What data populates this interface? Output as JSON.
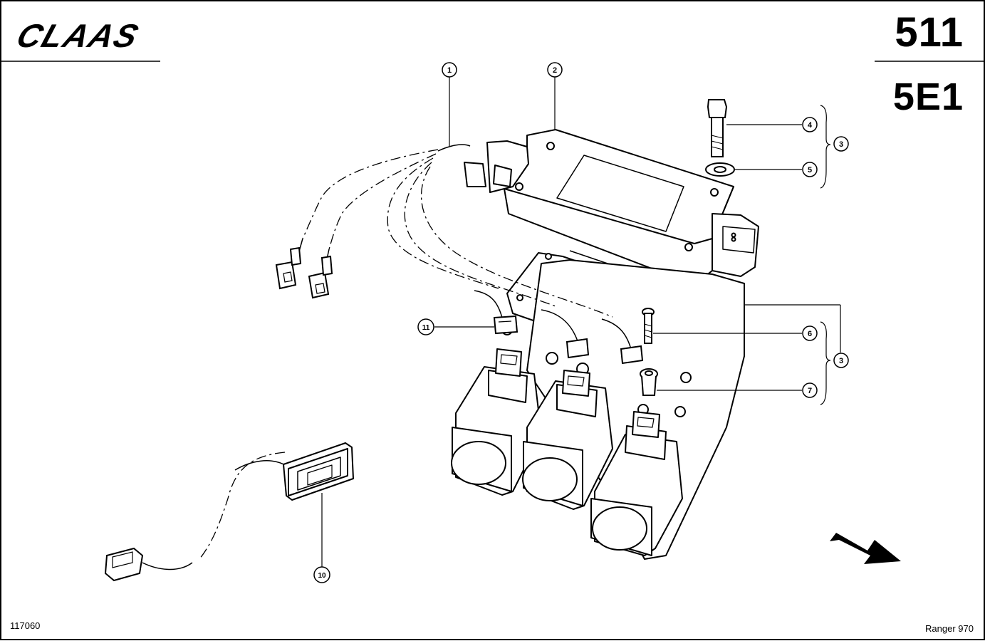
{
  "brand": "CLAAS",
  "page_number": "511",
  "section_code": "5E1",
  "reference_number": "117060",
  "model": "Ranger 970",
  "callouts": [
    "1",
    "2",
    "3",
    "4",
    "5",
    "6",
    "7",
    "10",
    "11"
  ],
  "group_label": "3",
  "colors": {
    "ink": "#000000",
    "paper": "#ffffff"
  },
  "icons": {
    "direction": "arrow-right-down-icon"
  }
}
